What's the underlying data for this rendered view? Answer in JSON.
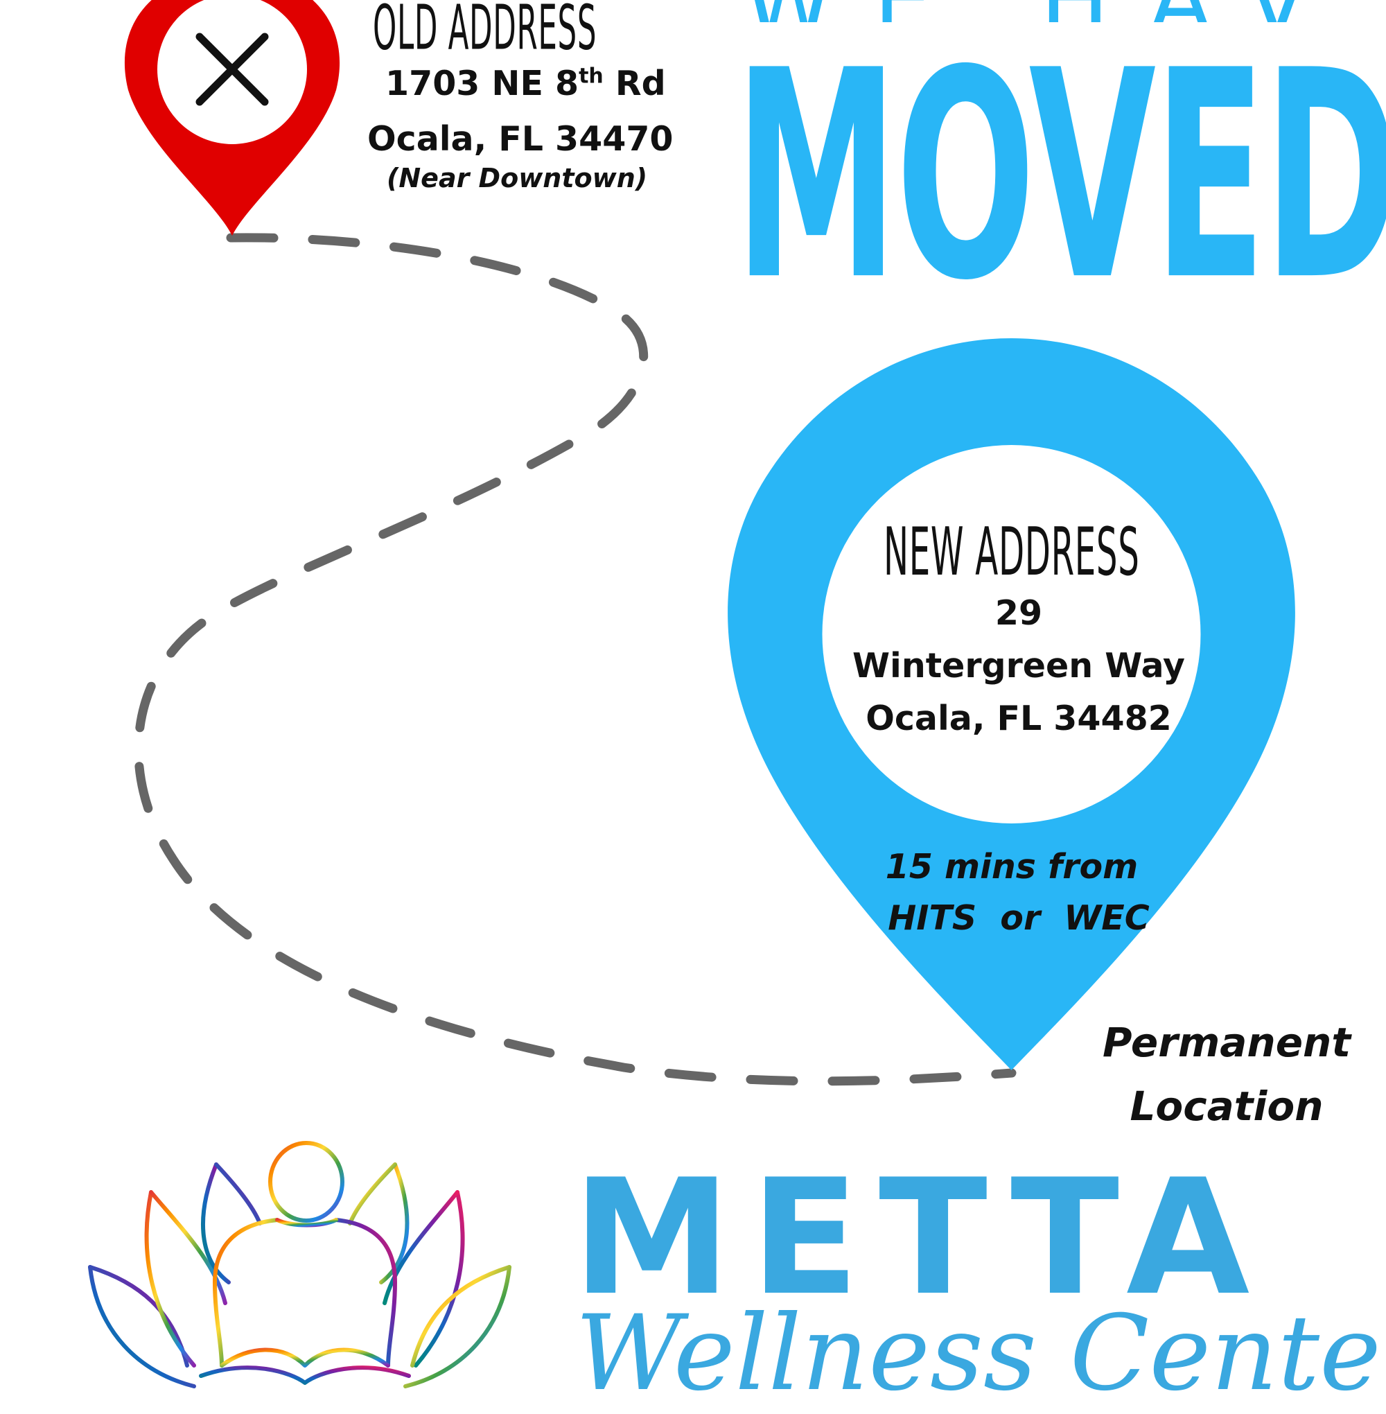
{
  "headline": {
    "line1": "WE HAVE",
    "line2": "MOVED"
  },
  "old_address": {
    "label": "OLD ADDRESS",
    "street_number": "1703 NE 8",
    "street_suffix_sup": "th",
    "street_rest": " Rd",
    "city_line": "Ocala, FL 34470",
    "note": "(Near Downtown)"
  },
  "new_address": {
    "label": "NEW ADDRESS",
    "line1": "29",
    "line2": "Wintergreen Way",
    "line3": "Ocala, FL 34482",
    "distance_line1": "15 mins from",
    "distance_line2": "HITS  or  WEC"
  },
  "permanent": {
    "line1": "Permanent",
    "line2": "Location"
  },
  "brand": {
    "name": "METTA",
    "tagline": "Wellness Center"
  },
  "colors": {
    "blue": "#29b6f6",
    "brand_blue": "#3aa8e0",
    "red": "#e00000",
    "route_gray": "#666666"
  },
  "icons": {
    "old_pin": "map-pin-icon",
    "old_pin_mark": "close-icon",
    "new_pin": "map-pin-icon",
    "logo": "lotus-meditation-logo-icon"
  }
}
